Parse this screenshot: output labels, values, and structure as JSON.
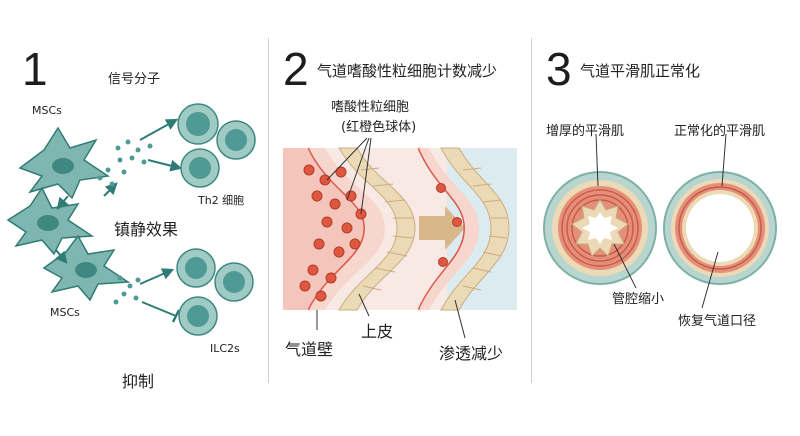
{
  "panel1": {
    "number": "1",
    "signal_label": "信号分子",
    "mscs_top_label": "MSCs",
    "th2_label": "Th2 细胞",
    "calming_label": "镇静效果",
    "mscs_bottom_label": "MSCs",
    "ilc2_label": "ILC2s",
    "inhibit_label": "抑制"
  },
  "panel2": {
    "number": "2",
    "title": "气道嗜酸性粒细胞计数减少",
    "eos_label": "嗜酸性粒细胞",
    "eos_sublabel": "(红橙色球体)",
    "wall_label": "气道壁",
    "epithelium_label": "上皮",
    "infiltration_label": "渗透减少"
  },
  "panel3": {
    "number": "3",
    "title": "气道平滑肌正常化",
    "thick_label": "增厚的平滑肌",
    "normal_label": "正常化的平滑肌",
    "narrow_label": "管腔缩小",
    "restore_label": "恢复气道口径"
  },
  "colors": {
    "teal": "#4f9a94",
    "teal_dark": "#2f7c76",
    "cell_fill": "#9fcbc4",
    "eos": "#e0573f",
    "muscle": "#e58f7a",
    "epithelium": "#ecd9b5",
    "arrow_tan": "#d8b88a"
  }
}
